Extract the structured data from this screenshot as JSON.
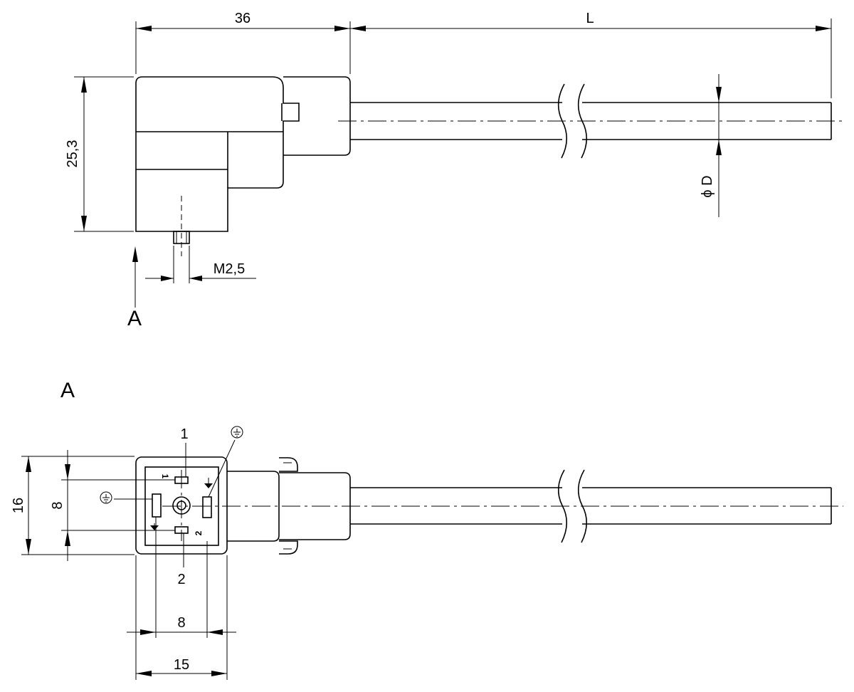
{
  "side_view": {
    "dim_width": "36",
    "dim_length": "L",
    "dim_height": "25,3",
    "dim_thread": "M2,5",
    "dim_diameter": "ϕ D",
    "view_arrow_label": "A"
  },
  "front_view": {
    "title": "A",
    "dim_height_outer": "16",
    "dim_height_inner": "8",
    "dim_width_inner": "8",
    "dim_width_outer": "15",
    "callout_pin_1": "1",
    "callout_pin_2": "2",
    "face_pin_1": "1",
    "face_pin_2": "2",
    "callout_ground_symbol": "⏚"
  }
}
